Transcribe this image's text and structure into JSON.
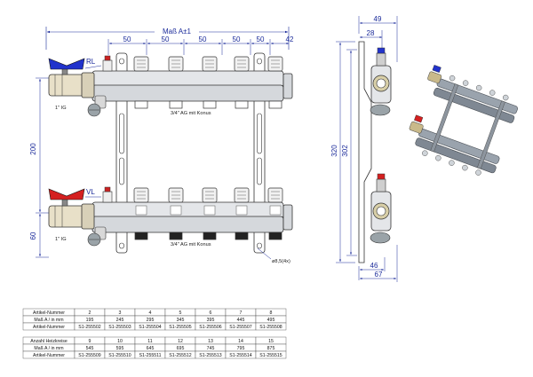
{
  "drawing": {
    "total_label": "Maß A±1",
    "spacings": [
      "50",
      "50",
      "50",
      "50",
      "50",
      "42"
    ],
    "height_200": "200",
    "height_60": "60",
    "rl": "RL",
    "vl": "VL",
    "ig_top": "1\" IG",
    "ig_bottom": "1\" IG",
    "outlet_top": "3/4\" AG mit Konus",
    "outlet_bottom": "3/4\" AG mit Konus",
    "hole": "ø8,5(4x)"
  },
  "side_view": {
    "w49": "49",
    "w28": "28",
    "h320": "320",
    "h302": "302",
    "w46": "46",
    "w67": "67"
  },
  "table1": {
    "rows": [
      [
        "Artikel-Nummer",
        "2",
        "3",
        "4",
        "5",
        "6",
        "7",
        "8"
      ],
      [
        "Maß A / in mm",
        "195",
        "245",
        "295",
        "345",
        "395",
        "445",
        "495"
      ],
      [
        "Artikel-Nummer",
        "S1-255502",
        "S1-255503",
        "S1-255504",
        "S1-255505",
        "S1-255506",
        "S1-255507",
        "S1-255508"
      ]
    ]
  },
  "table2": {
    "rows": [
      [
        "Anzahl Heizkreise",
        "9",
        "10",
        "11",
        "12",
        "13",
        "14",
        "15"
      ],
      [
        "Maß A / in mm",
        "545",
        "595",
        "645",
        "695",
        "745",
        "795",
        "875"
      ],
      [
        "Artikel-Nummer",
        "S1-255509",
        "S1-255510",
        "S1-255511",
        "S1-255512",
        "S1-255513",
        "S1-255514",
        "S1-255515"
      ]
    ]
  },
  "colors": {
    "dimension": "#1a2a9a",
    "valve_red": "#d42020",
    "valve_blue": "#2233cc",
    "metal": "#8a8f96"
  }
}
